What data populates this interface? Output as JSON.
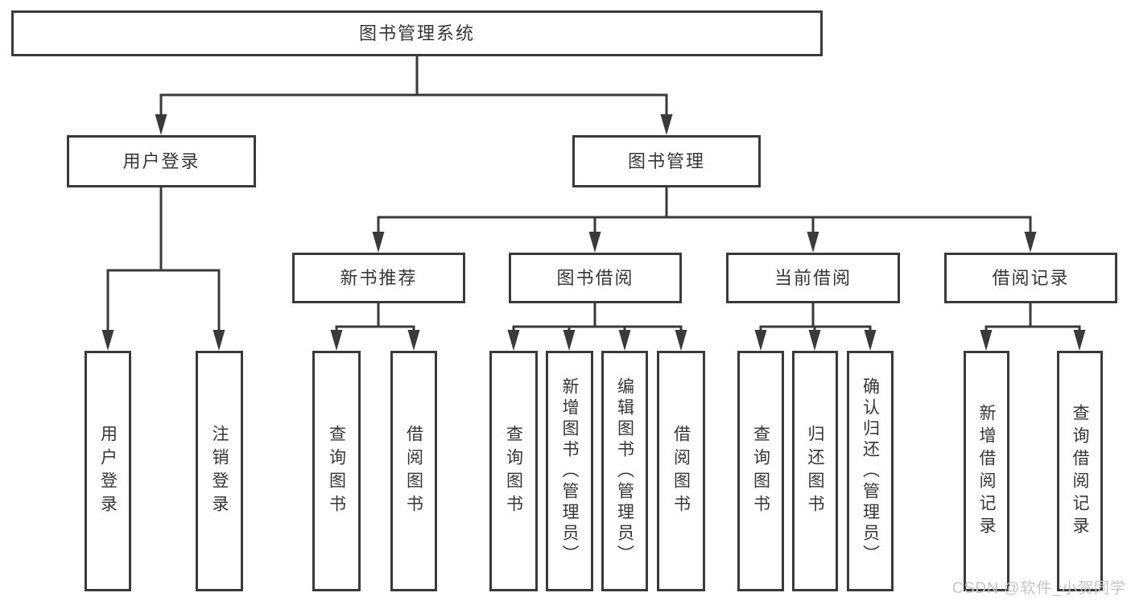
{
  "title": "图书管理系统",
  "tree": {
    "root": "图书管理系统",
    "user_login": {
      "label": "用户登录",
      "children": {
        "login": "用户登录",
        "logout": "注销登录"
      }
    },
    "book_mgmt": {
      "label": "图书管理",
      "sections": {
        "new_book_rec": {
          "label": "新书推荐",
          "children": {
            "query_books": "查询图书",
            "borrow_books": "借阅图书"
          }
        },
        "book_borrow": {
          "label": "图书借阅",
          "children": {
            "query_books": "查询图书",
            "add_books_admin": "新增图书（管理员）",
            "edit_books_admin": "编辑图书（管理员）",
            "borrow_books": "借阅图书"
          }
        },
        "current_borrow": {
          "label": "当前借阅",
          "children": {
            "query_books": "查询图书",
            "return_books": "归还图书",
            "confirm_return_admin": "确认归还（管理员）"
          }
        },
        "borrow_record": {
          "label": "借阅记录",
          "children": {
            "add_borrow_record": "新增借阅记录",
            "query_borrow_record": "查询借阅记录"
          }
        }
      }
    }
  },
  "watermark": "CSDN @软件_小贺同学",
  "colors": {
    "line": "#3a3a3a",
    "box_border": "#3a3a3a",
    "text": "#363636",
    "watermark_text": "#c5c5cb",
    "background": "#ffffff"
  }
}
